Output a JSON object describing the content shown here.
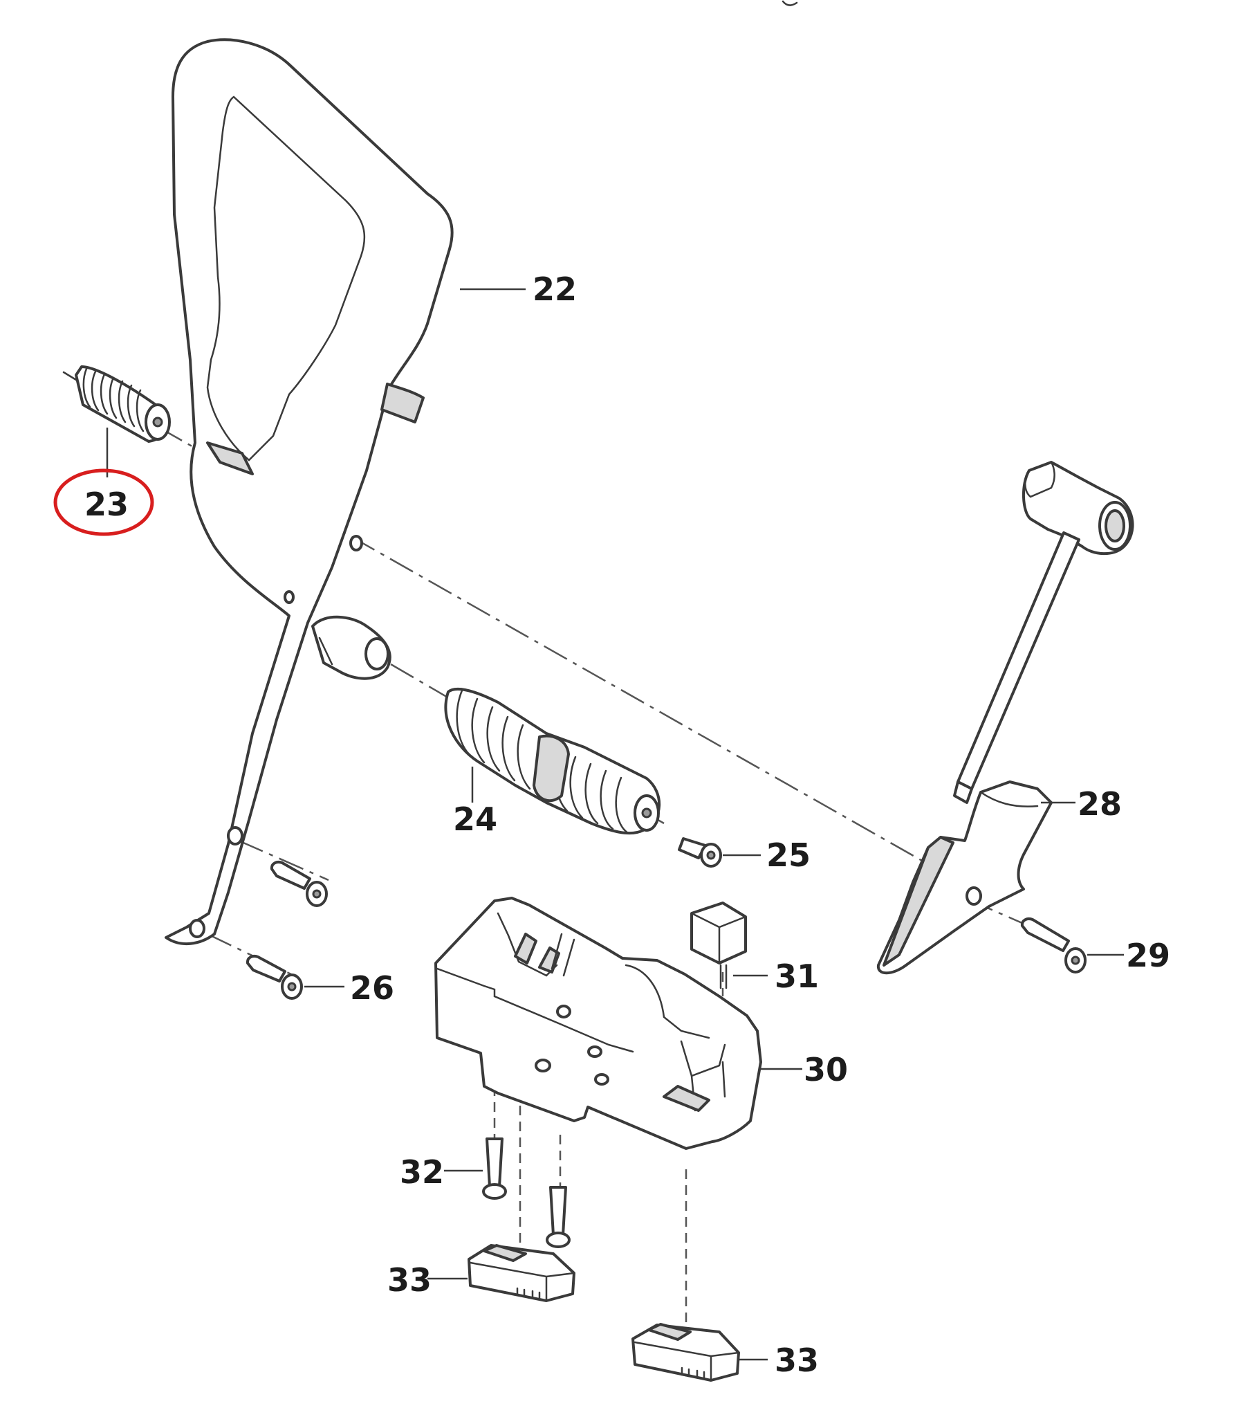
{
  "parts": {
    "p22": "22",
    "p23": "23",
    "p24": "24",
    "p25": "25",
    "p26": "26",
    "p28": "28",
    "p29": "29",
    "p30": "30",
    "p31": "31",
    "p32": "32",
    "p33a": "33",
    "p33b": "33"
  },
  "highlight": {
    "part": "23",
    "color": "#d81e1e"
  },
  "colors": {
    "line": "#3a3a3a",
    "background": "#ffffff"
  }
}
